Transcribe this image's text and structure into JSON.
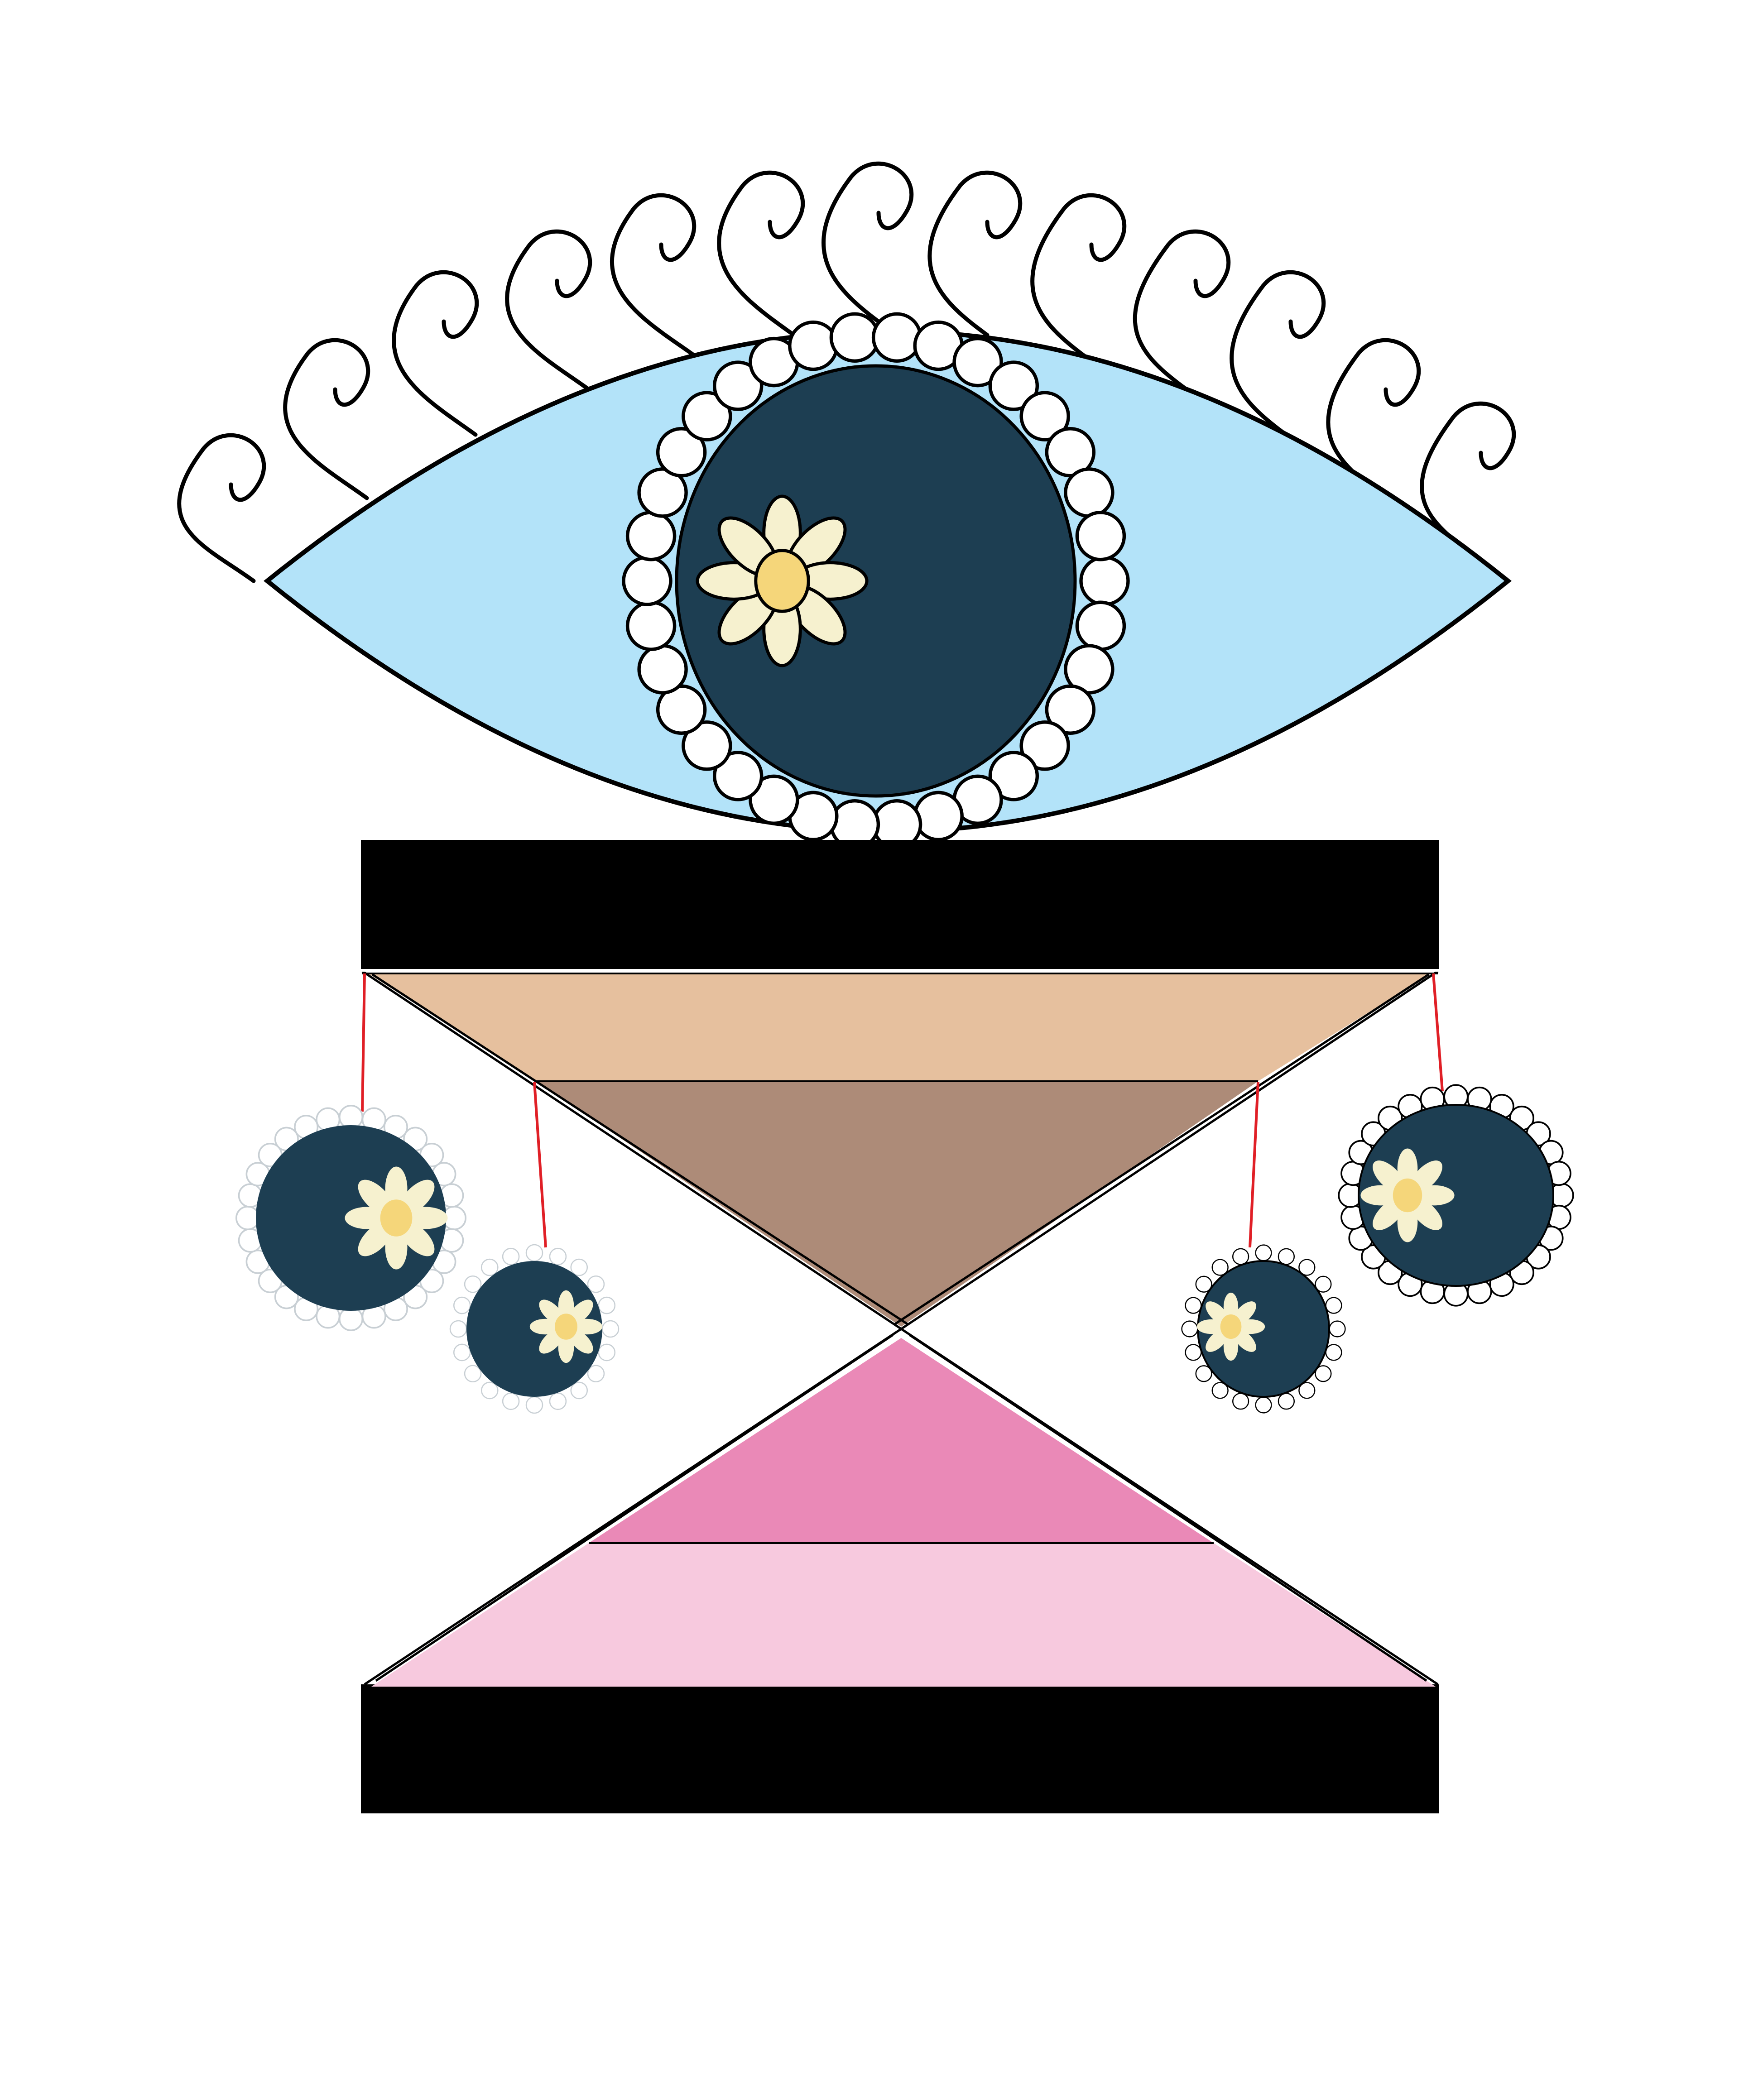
{
  "colors": {
    "background": "#ffffff",
    "outline": "#000000",
    "eye_white": "#b3e3f9",
    "pupil": "#1d3e52",
    "petal": "#f6f1cf",
    "flower_center": "#f5d67a",
    "bar": "#000000",
    "sand_top_light": "#e6c09e",
    "sand_top_dark": "#ad8b78",
    "sand_bottom_dark": "#ea89b7",
    "sand_bottom_light": "#f7c9de",
    "string": "#e01f26"
  },
  "illustration": {
    "subject": "eye-over-hourglass",
    "lash_count": 13,
    "hanging_ornament_count": 4
  }
}
